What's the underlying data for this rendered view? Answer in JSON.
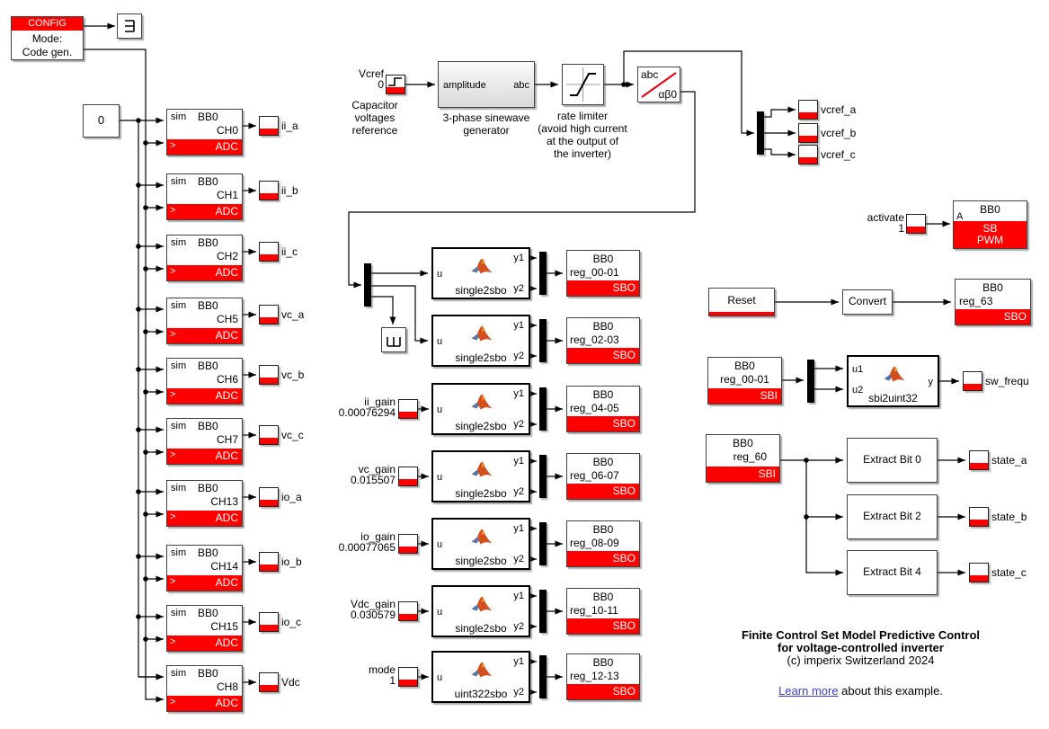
{
  "config": {
    "header": "CONFIG",
    "mode_line1": "Mode:",
    "mode_line2": "Code gen."
  },
  "constant_zero": "0",
  "adc": {
    "brand": "BB0",
    "type": "ADC",
    "sim_label": "sim",
    "trigger_label": ">",
    "channels": [
      {
        "ch": "CH0",
        "signal": "ii_a"
      },
      {
        "ch": "CH1",
        "signal": "ii_b"
      },
      {
        "ch": "CH2",
        "signal": "ii_c"
      },
      {
        "ch": "CH5",
        "signal": "vc_a"
      },
      {
        "ch": "CH6",
        "signal": "vc_b"
      },
      {
        "ch": "CH7",
        "signal": "vc_c"
      },
      {
        "ch": "CH13",
        "signal": "io_a"
      },
      {
        "ch": "CH14",
        "signal": "io_b"
      },
      {
        "ch": "CH15",
        "signal": "io_c"
      },
      {
        "ch": "CH8",
        "signal": "Vdc"
      }
    ]
  },
  "vcref": {
    "name": "Vcref",
    "value": "0",
    "caption": [
      "Capacitor",
      "voltages",
      "reference"
    ]
  },
  "sinegen": {
    "in_port": "amplitude",
    "out_port": "abc",
    "caption": [
      "3-phase sinewave",
      "generator"
    ]
  },
  "rate_limiter": {
    "caption": [
      "rate limiter",
      "(avoid high current",
      "at the output of",
      "the inverter)"
    ]
  },
  "abc_transform": {
    "in_label": "abc",
    "out_label": "αβ0"
  },
  "vcref_probes": [
    "vcref_a",
    "vcref_b",
    "vcref_c"
  ],
  "converters": {
    "brand": "BB0",
    "type": "SBO",
    "u": "u",
    "y1": "y1",
    "y2": "y2",
    "rows": [
      {
        "fn": "single2sbo",
        "reg": "reg_00-01"
      },
      {
        "fn": "single2sbo",
        "reg": "reg_02-03"
      },
      {
        "fn": "single2sbo",
        "reg": "reg_04-05",
        "input": {
          "name": "ii_gain",
          "value": "0.00076294"
        }
      },
      {
        "fn": "single2sbo",
        "reg": "reg_06-07",
        "input": {
          "name": "vc_gain",
          "value": "0.015507"
        }
      },
      {
        "fn": "single2sbo",
        "reg": "reg_08-09",
        "input": {
          "name": "io_gain",
          "value": "0.00077065"
        }
      },
      {
        "fn": "single2sbo",
        "reg": "reg_10-11",
        "input": {
          "name": "Vdc_gain",
          "value": "0.030579"
        }
      },
      {
        "fn": "uint322sbo",
        "reg": "reg_12-13",
        "input": {
          "name": "mode",
          "value": "1"
        }
      }
    ]
  },
  "pwm": {
    "activate_name": "activate",
    "activate_value": "1",
    "brand": "BB0",
    "port": "A",
    "type_line1": "SB",
    "type_line2": "PWM"
  },
  "reset_chain": {
    "reset": "Reset",
    "convert": "Convert",
    "reg_brand": "BB0",
    "reg_name": "reg_63",
    "reg_type": "SBO"
  },
  "frequency_readout": {
    "reg_brand": "BB0",
    "reg_name": "reg_00-01",
    "reg_type": "SBI",
    "u1": "u1",
    "u2": "u2",
    "y": "y",
    "fn": "sbi2uint32",
    "probe": "sw_frequ"
  },
  "state_readout": {
    "reg_brand": "BB0",
    "reg_name": "reg_60",
    "reg_type": "SBI",
    "bits": [
      {
        "label": "Extract Bit 0",
        "probe": "state_a"
      },
      {
        "label": "Extract Bit 2",
        "probe": "state_b"
      },
      {
        "label": "Extract Bit 4",
        "probe": "state_c"
      }
    ]
  },
  "title": {
    "line1": "Finite Control Set Model Predictive Control",
    "line2": "for voltage-controlled inverter",
    "line3": "(c) imperix Switzerland 2024",
    "link_text": "Learn more",
    "link_suffix": " about this example."
  },
  "colors": {
    "accent_red": "#FF0000",
    "link_blue": "#3B3BCC"
  }
}
